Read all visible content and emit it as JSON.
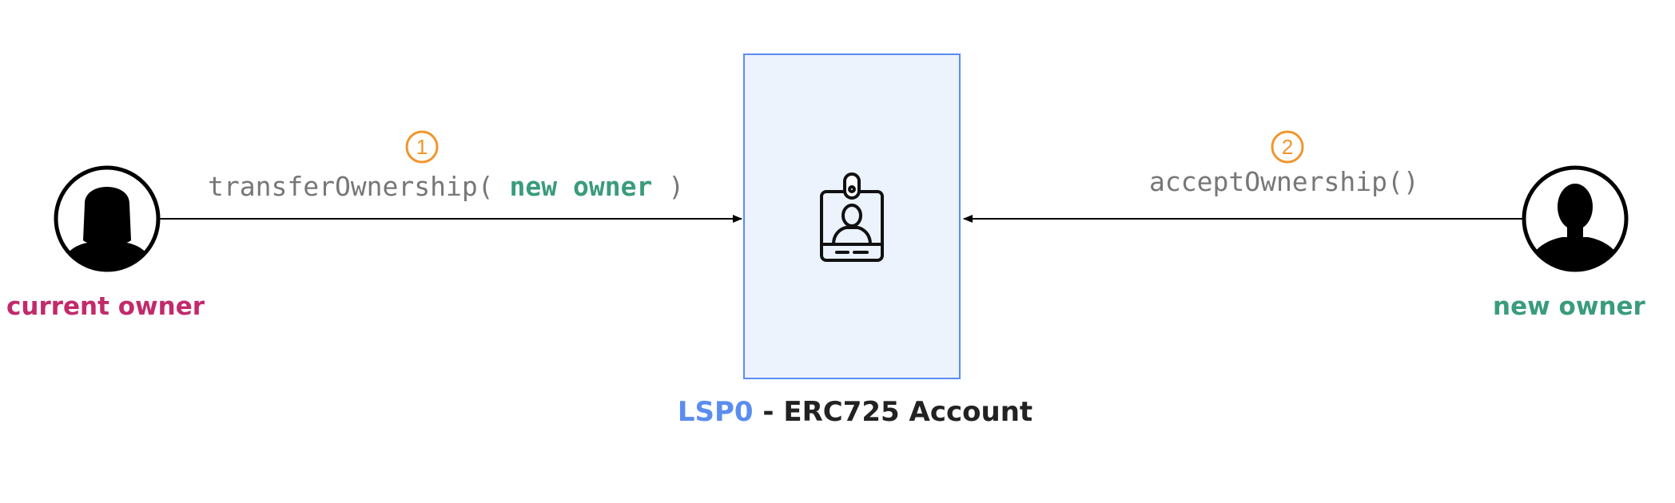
{
  "colors": {
    "current_owner": "#c22a6a",
    "new_owner": "#3a9b7d",
    "step_badge": "#f0962d",
    "account_accent": "#5b8def",
    "box_fill": "#ecf3fd"
  },
  "actors": {
    "current_owner": {
      "label": "current owner",
      "icon": "woman-avatar-icon"
    },
    "new_owner": {
      "label": "new owner",
      "icon": "man-avatar-icon"
    }
  },
  "steps": [
    {
      "number": "1",
      "call_prefix": "transferOwnership(",
      "param": "new owner",
      "call_suffix": ")"
    },
    {
      "number": "2",
      "call": "acceptOwnership()"
    }
  ],
  "account": {
    "name_highlight": "LSP0",
    "name_rest": " - ERC725 Account",
    "icon": "id-badge-icon"
  }
}
